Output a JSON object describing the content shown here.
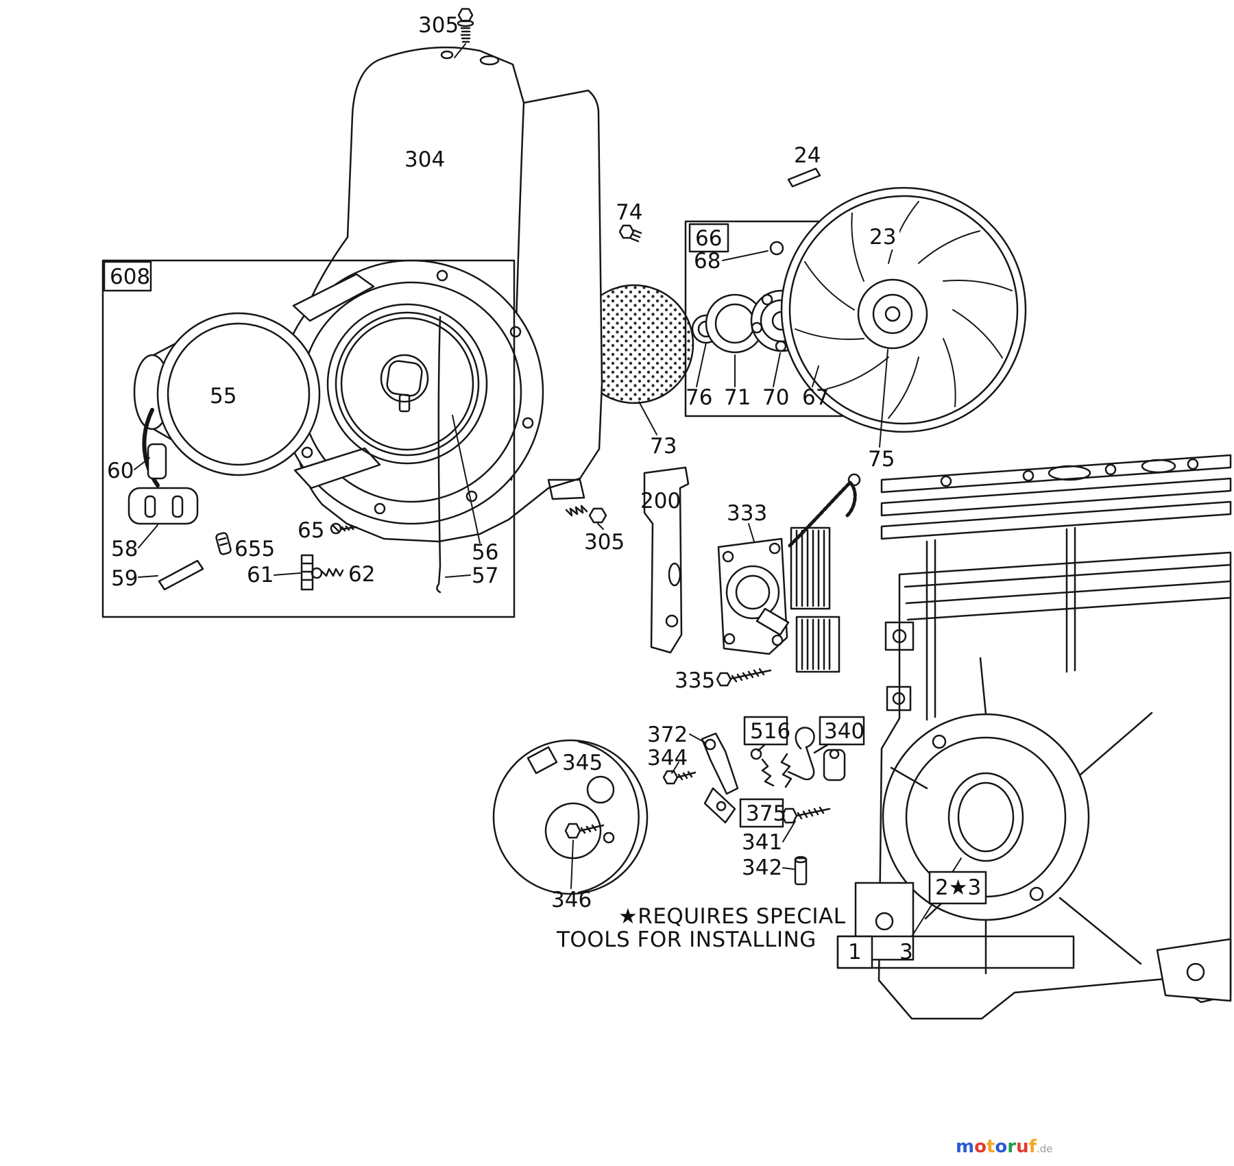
{
  "page": {
    "background": "#ffffff",
    "ink": "#161616"
  },
  "note": {
    "line1": "★REQUIRES SPECIAL",
    "line2": "TOOLS FOR INSTALLING"
  },
  "watermark": {
    "word": [
      {
        "ch": "m",
        "color": "#2a5bd7"
      },
      {
        "ch": "o",
        "color": "#e03c31"
      },
      {
        "ch": "t",
        "color": "#f5a623"
      },
      {
        "ch": "o",
        "color": "#2a5bd7"
      },
      {
        "ch": "r",
        "color": "#1e9e4a"
      },
      {
        "ch": "u",
        "color": "#e03c31"
      },
      {
        "ch": "f",
        "color": "#f5a623"
      }
    ],
    "suffix": ".de"
  },
  "parts": {
    "p305_top": "305",
    "p304": "304",
    "p74": "74",
    "p24": "24",
    "p23": "23",
    "p66": "66",
    "p68": "68",
    "p76": "76",
    "p71": "71",
    "p70": "70",
    "p67": "67",
    "p75": "75",
    "p73": "73",
    "p608": "608",
    "p55": "55",
    "p60": "60",
    "p58": "58",
    "p59": "59",
    "p655": "655",
    "p61": "61",
    "p62": "62",
    "p65": "65",
    "p56": "56",
    "p57": "57",
    "p305_mid": "305",
    "p200": "200",
    "p333": "333",
    "p335": "335",
    "p372": "372",
    "p344": "344",
    "p516": "516",
    "p340": "340",
    "p345": "345",
    "p375": "375",
    "p341": "341",
    "p342": "342",
    "p346": "346",
    "pbase_23": "2★3",
    "pbase_1": "1",
    "pbase_3": "3"
  }
}
